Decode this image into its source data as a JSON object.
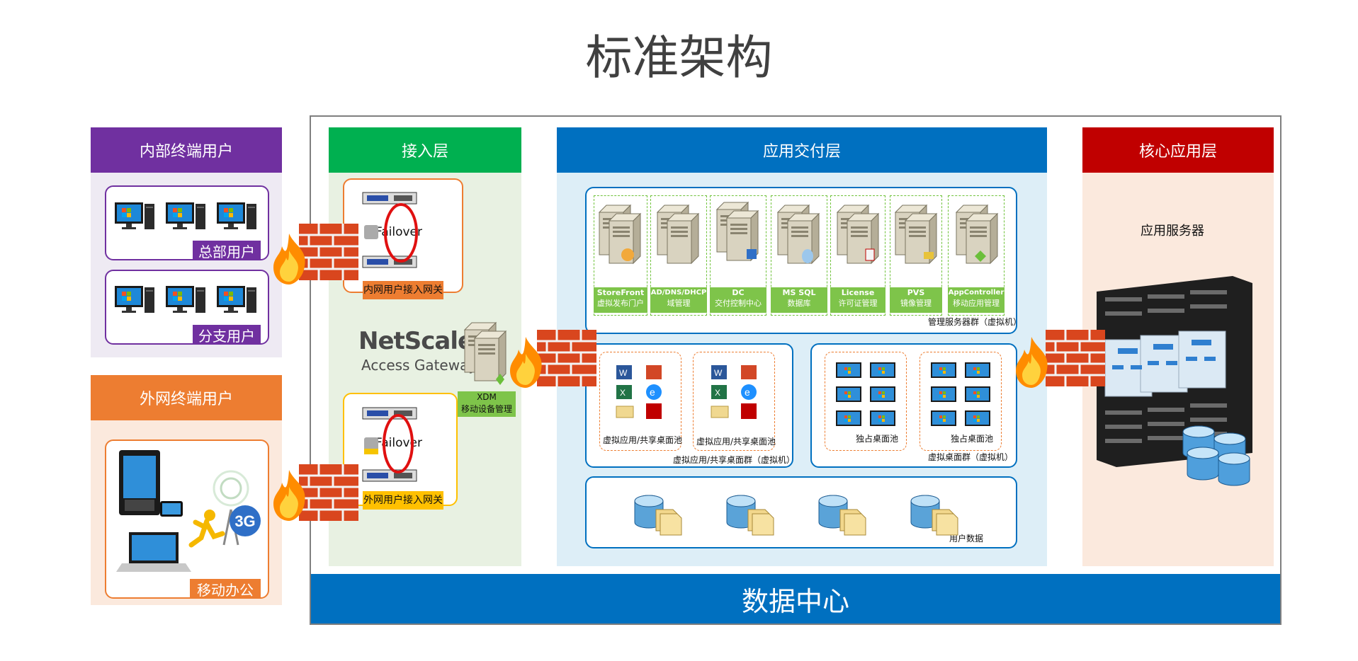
{
  "title": "标准架构",
  "colors": {
    "purple": "#7030a0",
    "green": "#00b050",
    "blue": "#0070c0",
    "red": "#c00000",
    "orange": "#ed7d31",
    "yellow": "#ffc000",
    "lightgreen": "#7ec44a"
  },
  "internal_users": {
    "header": "内部终端用户",
    "hq_label": "总部用户",
    "branch_label": "分支用户"
  },
  "external_users": {
    "header": "外网终端用户",
    "mobile_label": "移动办公"
  },
  "access_layer": {
    "header": "接入层",
    "internal_gateway": {
      "failover": "Failover",
      "label": "内网用户接入网关"
    },
    "external_gateway": {
      "failover": "Failover",
      "label": "外网用户接入网关"
    },
    "netscaler": "NetScaler",
    "access_gateway": "Access Gateway",
    "xdm": {
      "name": "XDM",
      "desc": "移动设备管理"
    }
  },
  "delivery_layer": {
    "header": "应用交付层",
    "management_caption": "管理服务器群（虚拟机）",
    "services": [
      {
        "name": "StoreFront",
        "desc": "虚拟发布门户"
      },
      {
        "name": "AD/DNS/DHCP",
        "desc": "域管理"
      },
      {
        "name": "DC",
        "desc": "交付控制中心"
      },
      {
        "name": "MS SQL",
        "desc": "数据库"
      },
      {
        "name": "License",
        "desc": "许可证管理"
      },
      {
        "name": "PVS",
        "desc": "镜像管理"
      },
      {
        "name": "AppController",
        "desc": "移动应用管理"
      }
    ],
    "shared_pools": [
      "虚拟应用/共享桌面池",
      "虚拟应用/共享桌面池"
    ],
    "shared_caption": "虚拟应用/共享桌面群（虚拟机）",
    "dedicated_pools": [
      "独占桌面池",
      "独占桌面池"
    ],
    "dedicated_caption": "虚拟桌面群（虚拟机）",
    "user_data_caption": "用户数据"
  },
  "core_layer": {
    "header": "核心应用层",
    "servers": "应用服务器"
  },
  "datacenter": "数据中心",
  "mobile_badge": "3G"
}
